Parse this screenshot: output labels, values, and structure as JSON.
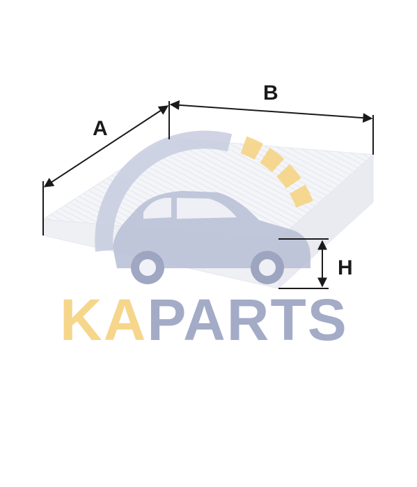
{
  "dimensions": {
    "a_label": "A",
    "b_label": "B",
    "h_label": "H"
  },
  "watermark": {
    "brand_part1": "KA",
    "brand_part2": "PARTS"
  },
  "colors": {
    "background": "#ffffff",
    "filter_top": "#f3f4f7",
    "filter_side": "#eceef2",
    "dimension_line": "#1a1a1a",
    "brand_yellow": "#f6d27e",
    "brand_slate": "#9aa3c2",
    "car_fill": "#b8bfd6"
  },
  "icons": {
    "product": "cabin-air-filter",
    "watermark_logo": "car-icon"
  }
}
